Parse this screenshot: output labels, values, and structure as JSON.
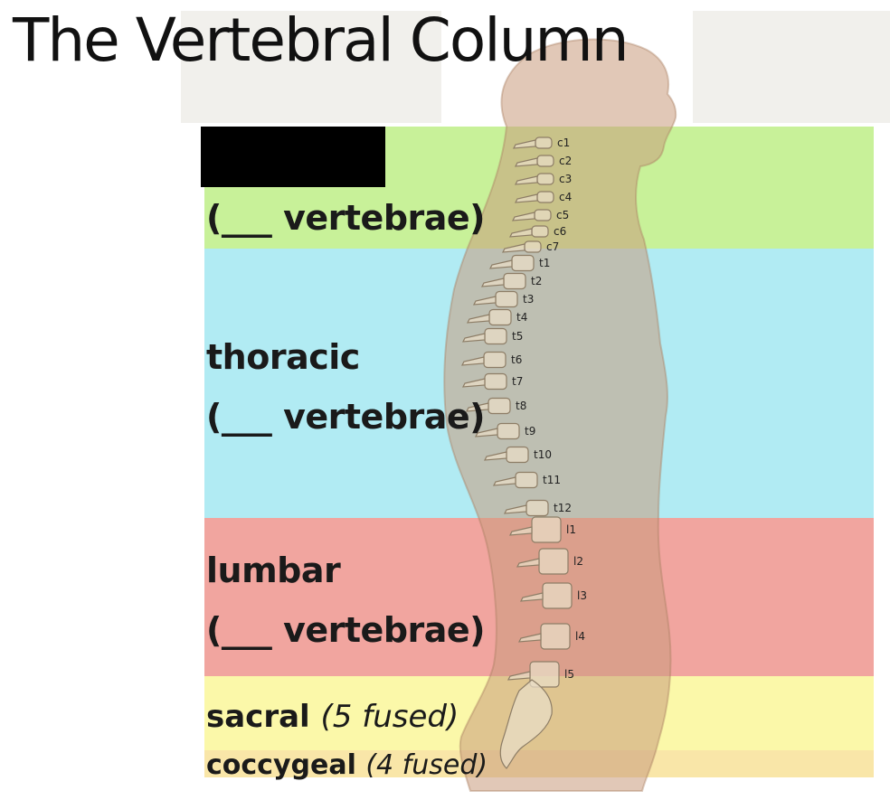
{
  "title": "The Vertebral Column",
  "colors": {
    "cervical": "#c2f08e",
    "thoracic": "#a8e9f2",
    "lumbar": "#ef9b95",
    "sacral": "#fbf7a0",
    "coccygeal": "#f8e39e",
    "skin": "#c99a7c",
    "bone": "#e8dcc5"
  },
  "regions": {
    "cervical": {
      "name": "",
      "count": "(___ vertebrae)"
    },
    "thoracic": {
      "name": "thoracic",
      "count": "(___ vertebrae)"
    },
    "lumbar": {
      "name": "lumbar",
      "count": "(___ vertebrae)"
    },
    "sacral": {
      "name": "sacral",
      "note": "(5 fused)"
    },
    "coccygeal": {
      "name": "coccygeal",
      "note": "(4 fused)"
    }
  },
  "vertebra_labels": {
    "cervical": [
      "c1",
      "c2",
      "c3",
      "c4",
      "c5",
      "c6",
      "c7"
    ],
    "thoracic": [
      "t1",
      "t2",
      "t3",
      "t4",
      "t5",
      "t6",
      "t7",
      "t8",
      "t9",
      "t10",
      "t11",
      "t12"
    ],
    "lumbar": [
      "l1",
      "l2",
      "l3",
      "l4",
      "l5"
    ]
  }
}
